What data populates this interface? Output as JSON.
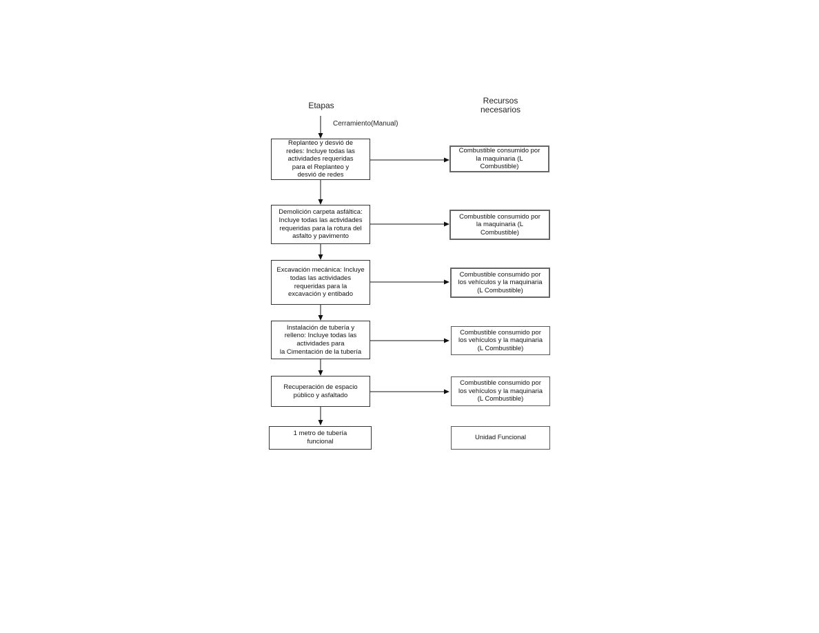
{
  "headers": {
    "stages": "Etapas",
    "resources": "Recursos\nnecesarios"
  },
  "entry_note": "Cerramiento(Manual)",
  "stages": [
    "Replanteo y desvió de\nredes: Incluye todas las\nactividades requeridas\npara el Replanteo y\ndesvió de redes",
    "Demolición carpeta asfáltica:\nIncluye todas las actividades\nrequeridas para la rotura del\nasfalto y pavimento",
    "Excavación mecánica: Incluye\ntodas las actividades\nrequeridas para la\nexcavación y entibado",
    "Instalación de tubería y\nrelleno: Incluye todas las\nactividades para\nla Cimentación de la tubería",
    "Recuperación de espacio\npúblico y asfaltado",
    "1 metro de tubería\nfuncional"
  ],
  "resources": [
    "Combustible consumido por\nla maquinaria (L\nCombustible)",
    "Combustible consumido por\nla maquinaria (L\nCombustible)",
    "Combustible consumido por\nlos vehículos y la maquinaria\n(L Combustible)",
    "Combustible consumido por\nlos vehículos y la maquinaria\n(L Combustible)",
    "Combustible consumido por\nlos vehículos y la maquinaria\n(L Combustible)",
    "Unidad Funcional"
  ]
}
